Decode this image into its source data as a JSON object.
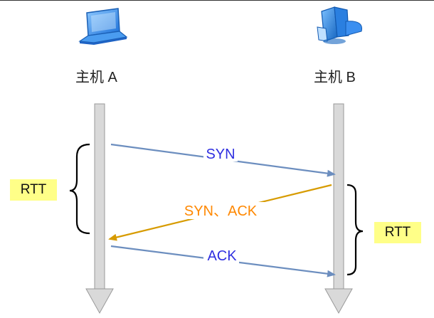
{
  "host_a": {
    "label": "主机 A",
    "icon": "laptop-icon"
  },
  "host_b": {
    "label": "主机 B",
    "icon": "desktop-computer-icon"
  },
  "messages": [
    {
      "label": "SYN",
      "color": "#2f2fe0",
      "arrow_color": "#6c8ebf",
      "direction": "A→B"
    },
    {
      "label": "SYN、ACK",
      "color": "#ff8800",
      "arrow_color": "#d79b00",
      "direction": "B→A"
    },
    {
      "label": "ACK",
      "color": "#2f2fe0",
      "arrow_color": "#6c8ebf",
      "direction": "A→B"
    }
  ],
  "rtt_left": {
    "label": "RTT"
  },
  "rtt_right": {
    "label": "RTT"
  },
  "colors": {
    "rtt_highlight": "#ffff88",
    "timeline": "#d9d9d9",
    "timeline_stroke": "#999999"
  }
}
